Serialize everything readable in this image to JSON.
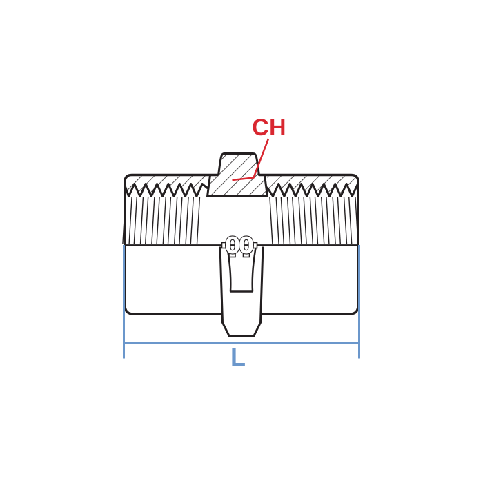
{
  "diagram": {
    "labels": {
      "hex_callout": "CH",
      "length_dimension": "L",
      "glyph_left": "0",
      "glyph_right": "0"
    },
    "colors": {
      "ink": "#231f20",
      "dimension_blue": "#6b97cb",
      "callout_red": "#d92730",
      "background": "#ffffff"
    }
  }
}
